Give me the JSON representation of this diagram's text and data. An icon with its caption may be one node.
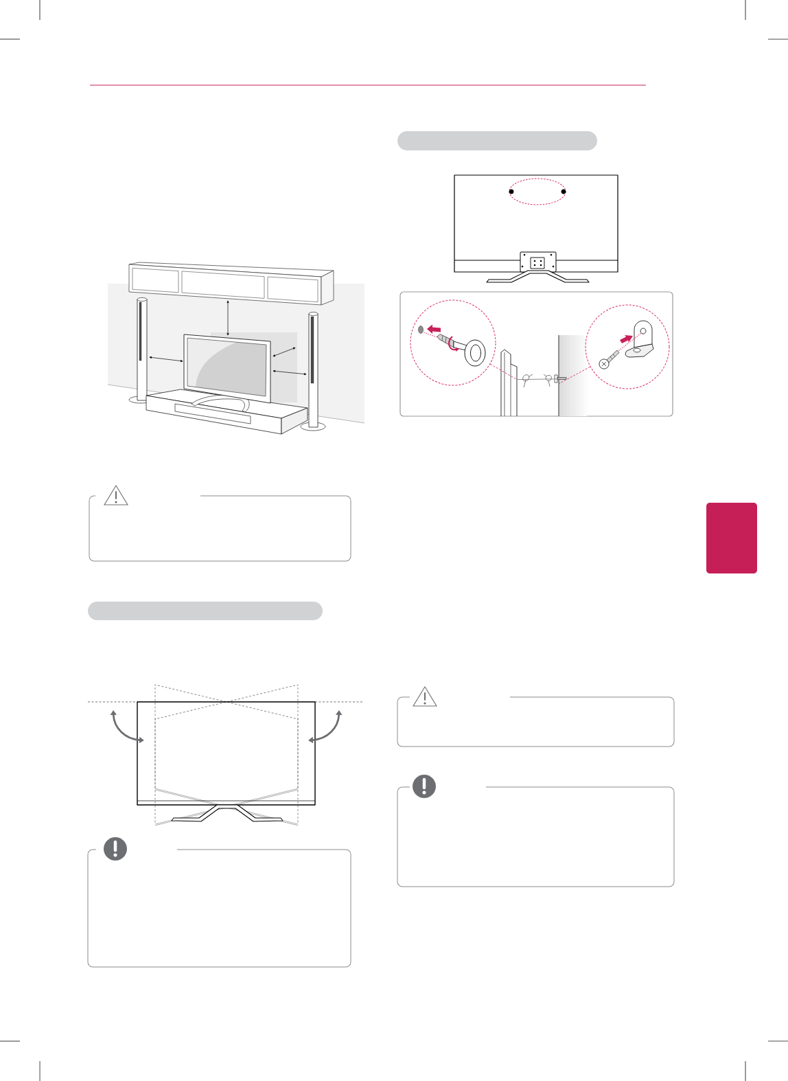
{
  "diagram": {
    "nodes": [
      {
        "text": [],
        "shape": "box"
      },
      {
        "text": [],
        "shape": "bar"
      },
      {
        "text": [],
        "shape": "box"
      },
      {
        "text": [],
        "shape": "bar"
      },
      {
        "text": [],
        "shape": "box"
      },
      {
        "text": [],
        "shape": "circle",
        "in": 4
      },
      {
        "text": [],
        "shape": "picture",
        "in": 4
      },
      {
        "text": [],
        "shape": "picture",
        "in": 4
      },
      {
        "text": [],
        "shape": "circle",
        "in": 4
      },
      {
        "text": [],
        "shape": "box"
      },
      {
        "text": [],
        "shape": "box"
      },
      {
        "text": [],
        "shape": "box"
      }
    ],
    "edges": [
      {
        "from": 5,
        "to": 6,
        "arrow": "none",
        "style": "dashed",
        "color": "#d92f6b"
      },
      {
        "from": 6,
        "to": 7,
        "arrow": "none",
        "color": "#808080"
      },
      {
        "from": 8,
        "to": 7,
        "arrow": "none",
        "style": "dashed",
        "color": "#d92f6b"
      }
    ]
  }
}
